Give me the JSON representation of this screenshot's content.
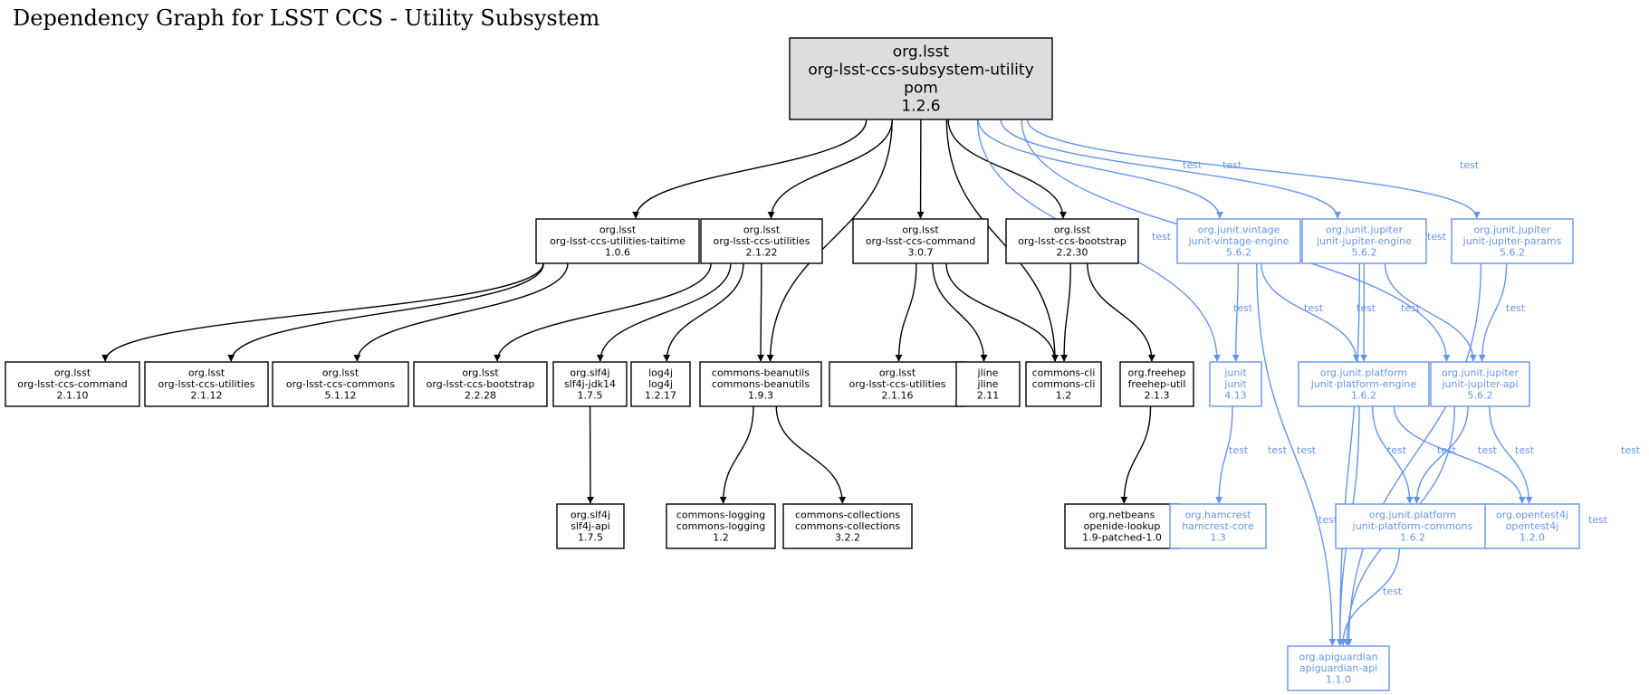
{
  "title": "Dependency Graph for LSST CCS - Utility Subsystem",
  "colors": {
    "compile": "#000000",
    "test": "#6495ED",
    "root_fill": "#dddddd",
    "node_fill": "#ffffff"
  },
  "edge_label_test": "test",
  "nodes": [
    {
      "id": "root",
      "lines": [
        "org.lsst",
        "org-lsst-ccs-subsystem-utility",
        "pom",
        "1.2.6"
      ],
      "scope": "root"
    },
    {
      "id": "taitime",
      "lines": [
        "org.lsst",
        "org-lsst-ccs-utilities-taitime",
        "1.0.6"
      ],
      "scope": "compile"
    },
    {
      "id": "utilities_2122",
      "lines": [
        "org.lsst",
        "org-lsst-ccs-utilities",
        "2.1.22"
      ],
      "scope": "compile"
    },
    {
      "id": "command_307",
      "lines": [
        "org.lsst",
        "org-lsst-ccs-command",
        "3.0.7"
      ],
      "scope": "compile"
    },
    {
      "id": "bootstrap_2230",
      "lines": [
        "org.lsst",
        "org-lsst-ccs-bootstrap",
        "2.2.30"
      ],
      "scope": "compile"
    },
    {
      "id": "vintage",
      "lines": [
        "org.junit.vintage",
        "junit-vintage-engine",
        "5.6.2"
      ],
      "scope": "test"
    },
    {
      "id": "jupiter_engine",
      "lines": [
        "org.junit.jupiter",
        "junit-jupiter-engine",
        "5.6.2"
      ],
      "scope": "test"
    },
    {
      "id": "jupiter_params",
      "lines": [
        "org.junit.jupiter",
        "junit-jupiter-params",
        "5.6.2"
      ],
      "scope": "test"
    },
    {
      "id": "command_2110",
      "lines": [
        "org.lsst",
        "org-lsst-ccs-command",
        "2.1.10"
      ],
      "scope": "compile"
    },
    {
      "id": "utilities_2112",
      "lines": [
        "org.lsst",
        "org-lsst-ccs-utilities",
        "2.1.12"
      ],
      "scope": "compile"
    },
    {
      "id": "commons_5112",
      "lines": [
        "org.lsst",
        "org-lsst-ccs-commons",
        "5.1.12"
      ],
      "scope": "compile"
    },
    {
      "id": "bootstrap_2228",
      "lines": [
        "org.lsst",
        "org-lsst-ccs-bootstrap",
        "2.2.28"
      ],
      "scope": "compile"
    },
    {
      "id": "slf4j_jdk14",
      "lines": [
        "org.slf4j",
        "slf4j-jdk14",
        "1.7.5"
      ],
      "scope": "compile"
    },
    {
      "id": "log4j",
      "lines": [
        "log4j",
        "log4j",
        "1.2.17"
      ],
      "scope": "compile"
    },
    {
      "id": "beanutils",
      "lines": [
        "commons-beanutils",
        "commons-beanutils",
        "1.9.3"
      ],
      "scope": "compile"
    },
    {
      "id": "utilities_2116",
      "lines": [
        "org.lsst",
        "org-lsst-ccs-utilities",
        "2.1.16"
      ],
      "scope": "compile"
    },
    {
      "id": "jline",
      "lines": [
        "jline",
        "jline",
        "2.11"
      ],
      "scope": "compile"
    },
    {
      "id": "commons_cli",
      "lines": [
        "commons-cli",
        "commons-cli",
        "1.2"
      ],
      "scope": "compile"
    },
    {
      "id": "freehep",
      "lines": [
        "org.freehep",
        "freehep-util",
        "2.1.3"
      ],
      "scope": "compile"
    },
    {
      "id": "junit",
      "lines": [
        "junit",
        "junit",
        "4.13"
      ],
      "scope": "test"
    },
    {
      "id": "platform_engine",
      "lines": [
        "org.junit.platform",
        "junit-platform-engine",
        "1.6.2"
      ],
      "scope": "test"
    },
    {
      "id": "jupiter_api",
      "lines": [
        "org.junit.jupiter",
        "junit-jupiter-api",
        "5.6.2"
      ],
      "scope": "test"
    },
    {
      "id": "slf4j_api",
      "lines": [
        "org.slf4j",
        "slf4j-api",
        "1.7.5"
      ],
      "scope": "compile"
    },
    {
      "id": "commons_logging",
      "lines": [
        "commons-logging",
        "commons-logging",
        "1.2"
      ],
      "scope": "compile"
    },
    {
      "id": "commons_collections",
      "lines": [
        "commons-collections",
        "commons-collections",
        "3.2.2"
      ],
      "scope": "compile"
    },
    {
      "id": "openide",
      "lines": [
        "org.netbeans",
        "openide-lookup",
        "1.9-patched-1.0"
      ],
      "scope": "compile"
    },
    {
      "id": "hamcrest",
      "lines": [
        "org.hamcrest",
        "hamcrest-core",
        "1.3"
      ],
      "scope": "test"
    },
    {
      "id": "platform_commons",
      "lines": [
        "org.junit.platform",
        "junit-platform-commons",
        "1.6.2"
      ],
      "scope": "test"
    },
    {
      "id": "opentest4j",
      "lines": [
        "org.opentest4j",
        "opentest4j",
        "1.2.0"
      ],
      "scope": "test"
    },
    {
      "id": "apiguardian",
      "lines": [
        "org.apiguardian",
        "apiguardian-api",
        "1.1.0"
      ],
      "scope": "test"
    }
  ],
  "edges": [
    {
      "from": "root",
      "to": "taitime",
      "scope": "compile"
    },
    {
      "from": "root",
      "to": "utilities_2122",
      "scope": "compile"
    },
    {
      "from": "root",
      "to": "beanutils",
      "scope": "compile"
    },
    {
      "from": "root",
      "to": "command_307",
      "scope": "compile"
    },
    {
      "from": "root",
      "to": "commons_cli",
      "scope": "compile"
    },
    {
      "from": "root",
      "to": "bootstrap_2230",
      "scope": "compile"
    },
    {
      "from": "root",
      "to": "junit",
      "scope": "test"
    },
    {
      "from": "root",
      "to": "vintage",
      "scope": "test"
    },
    {
      "from": "root",
      "to": "jupiter_engine",
      "scope": "test"
    },
    {
      "from": "root",
      "to": "jupiter_api",
      "scope": "test"
    },
    {
      "from": "root",
      "to": "jupiter_params",
      "scope": "test"
    },
    {
      "from": "taitime",
      "to": "command_2110",
      "scope": "compile"
    },
    {
      "from": "taitime",
      "to": "utilities_2112",
      "scope": "compile"
    },
    {
      "from": "taitime",
      "to": "commons_5112",
      "scope": "compile"
    },
    {
      "from": "utilities_2122",
      "to": "bootstrap_2228",
      "scope": "compile"
    },
    {
      "from": "utilities_2122",
      "to": "slf4j_jdk14",
      "scope": "compile"
    },
    {
      "from": "utilities_2122",
      "to": "log4j",
      "scope": "compile"
    },
    {
      "from": "utilities_2122",
      "to": "beanutils",
      "scope": "compile"
    },
    {
      "from": "command_307",
      "to": "utilities_2116",
      "scope": "compile"
    },
    {
      "from": "command_307",
      "to": "jline",
      "scope": "compile"
    },
    {
      "from": "command_307",
      "to": "commons_cli",
      "scope": "compile"
    },
    {
      "from": "bootstrap_2230",
      "to": "commons_cli",
      "scope": "compile"
    },
    {
      "from": "bootstrap_2230",
      "to": "freehep",
      "scope": "compile"
    },
    {
      "from": "slf4j_jdk14",
      "to": "slf4j_api",
      "scope": "compile"
    },
    {
      "from": "beanutils",
      "to": "commons_logging",
      "scope": "compile"
    },
    {
      "from": "beanutils",
      "to": "commons_collections",
      "scope": "compile"
    },
    {
      "from": "freehep",
      "to": "openide",
      "scope": "compile"
    },
    {
      "from": "vintage",
      "to": "junit",
      "scope": "test"
    },
    {
      "from": "vintage",
      "to": "platform_engine",
      "scope": "test"
    },
    {
      "from": "vintage",
      "to": "apiguardian",
      "scope": "test"
    },
    {
      "from": "jupiter_engine",
      "to": "platform_engine",
      "scope": "test"
    },
    {
      "from": "jupiter_engine",
      "to": "jupiter_api",
      "scope": "test"
    },
    {
      "from": "jupiter_engine",
      "to": "apiguardian",
      "scope": "test"
    },
    {
      "from": "jupiter_params",
      "to": "jupiter_api",
      "scope": "test"
    },
    {
      "from": "jupiter_params",
      "to": "apiguardian",
      "scope": "test"
    },
    {
      "from": "junit",
      "to": "hamcrest",
      "scope": "test"
    },
    {
      "from": "platform_engine",
      "to": "platform_commons",
      "scope": "test"
    },
    {
      "from": "platform_engine",
      "to": "opentest4j",
      "scope": "test"
    },
    {
      "from": "platform_engine",
      "to": "apiguardian",
      "scope": "test"
    },
    {
      "from": "jupiter_api",
      "to": "platform_commons",
      "scope": "test"
    },
    {
      "from": "jupiter_api",
      "to": "opentest4j",
      "scope": "test"
    },
    {
      "from": "jupiter_api",
      "to": "apiguardian",
      "scope": "test"
    },
    {
      "from": "platform_commons",
      "to": "apiguardian",
      "scope": "test"
    }
  ]
}
